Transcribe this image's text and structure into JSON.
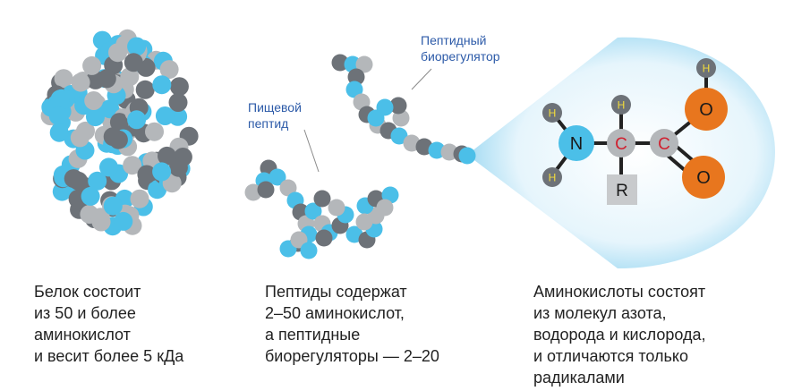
{
  "labels": {
    "food_peptide": "Пищевой\nпептид",
    "peptide_bioregulator": "Пептидный\nбиорегулятор"
  },
  "captions": {
    "protein": "Белок состоит\nиз 50 и более\nаминокислот\nи весит более 5 кДа",
    "peptides": "Пептиды содержат\n2–50 аминокислот,\nа пептидные\nбиорегуляторы — 2–20",
    "amino_acids": "Аминокислоты состоят\nиз молекул азота,\nводорода и кислорода,\nи отличаются только\nрадикалами"
  },
  "molecule": {
    "nitrogen": "N",
    "carbon": "C",
    "oxygen": "O",
    "hydrogen": "H",
    "radical": "R"
  },
  "colors": {
    "blue_bead": "#4bbfe8",
    "dark_bead": "#6d7278",
    "light_bead": "#b4b7ba",
    "oxygen": "#e8761e",
    "carbon_letter": "#d0202f",
    "hydrogen_letter": "#f2dc3c",
    "callout_text": "#2c5aa8",
    "caption_text": "#222222"
  }
}
